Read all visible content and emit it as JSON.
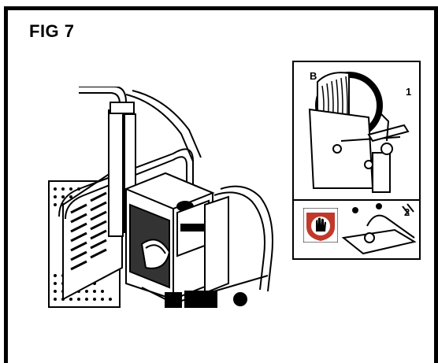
{
  "figure": {
    "title": "FIG 7",
    "inset_callouts": {
      "b": "B",
      "one": "1",
      "two": "2"
    }
  },
  "icons": {
    "warning": "gloves-warning-icon"
  }
}
